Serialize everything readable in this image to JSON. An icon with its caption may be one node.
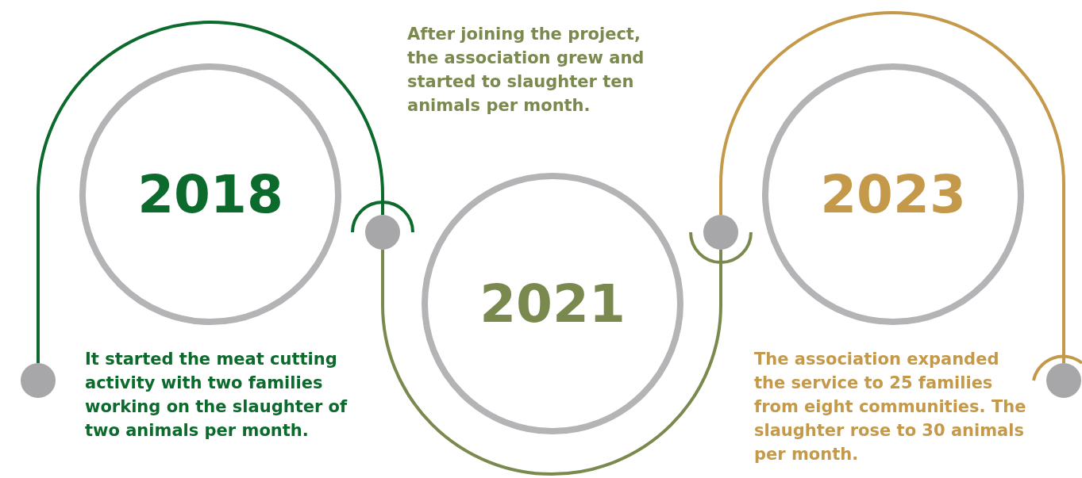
{
  "diagram": {
    "nodes": [
      {
        "text": [],
        "shape": "circle"
      },
      {
        "text": [
          "2018"
        ],
        "beside": [
          "It started the meat cutting activity with two families working on the slaughter of two animals per month."
        ]
      },
      {
        "text": [],
        "shape": "circle"
      },
      {
        "text": [
          "2021"
        ],
        "beside": [
          "After joining the project, the association grew and started to slaughter ten animals per month."
        ]
      },
      {
        "text": [],
        "shape": "circle"
      },
      {
        "text": [
          "2023"
        ],
        "beside": [
          "The association expanded the service to 25 families from eight communities. The slaughter rose to 30 animals per month."
        ]
      },
      {
        "text": [],
        "shape": "circle"
      }
    ],
    "edges": [
      {
        "from": 0,
        "to": 2,
        "arrow": "none",
        "color": "#0b6a2c"
      },
      {
        "from": 2,
        "to": 4,
        "arrow": "none",
        "color": "#7a8a4f"
      },
      {
        "from": 4,
        "to": 6,
        "arrow": "none",
        "color": "#c49a4a"
      }
    ]
  }
}
